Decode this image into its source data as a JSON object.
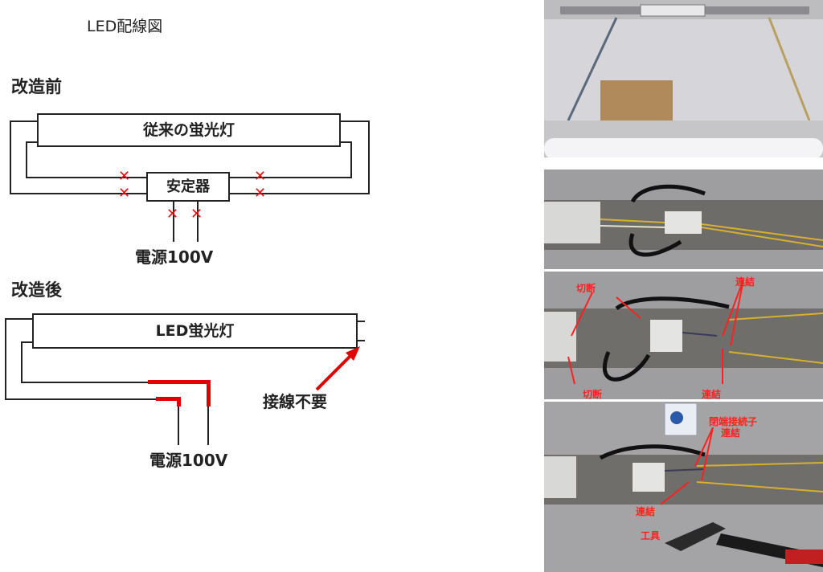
{
  "title": "LED配線図",
  "before": {
    "heading": "改造前",
    "tube_label": "従来の蛍光灯",
    "ballast_label": "安定器",
    "power_label": "電源100V",
    "cut_mark": "✕"
  },
  "after": {
    "heading": "改造後",
    "tube_label": "LED蛍光灯",
    "power_label": "電源100V",
    "note_label": "接線不要"
  },
  "photos": {
    "cut_label": "切断",
    "connect_label": "連結",
    "terminal_label": "閉端接続子",
    "tool_label": "工具"
  },
  "colors": {
    "line": "#222222",
    "red_wire": "#e00000",
    "annotation": "#ff2020"
  }
}
